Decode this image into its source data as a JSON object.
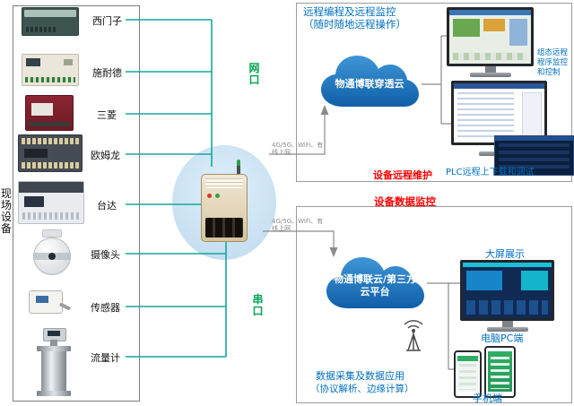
{
  "colors": {
    "teal_line": "#15a79e",
    "green_port_label": "#00a651",
    "blue_text": "#0070c0",
    "red_text": "#fe0000",
    "cloud_blue_top": "#3f96d6",
    "cloud_blue_bottom": "#0f5fa8",
    "hub_circle_bg": "#cfe6f6"
  },
  "left_panel": {
    "side_label": "现场设备",
    "devices": [
      {
        "label": "西门子",
        "type": "siemens-plc"
      },
      {
        "label": "施耐德",
        "type": "schneider-plc"
      },
      {
        "label": "三菱",
        "type": "mitsubishi-plc"
      },
      {
        "label": "欧姆龙",
        "type": "omron-plc"
      },
      {
        "label": "台达",
        "type": "delta-plc"
      },
      {
        "label": "摄像头",
        "type": "ptz-camera"
      },
      {
        "label": "传感器",
        "type": "sensor"
      },
      {
        "label": "流量计",
        "type": "flow-meter"
      }
    ]
  },
  "gateway": {
    "lan_port_label": "网口",
    "serial_port_label": "串口"
  },
  "remote_section": {
    "title": "远程编程及远程监控",
    "subtitle": "（随时随地远程操作）",
    "cloud_label": "物通博联穿透云",
    "uplink_label": "4G/5G、WiFi、有线上网",
    "scada_label": "组态远程程序监控和控制",
    "plc_label": "PLC远程上下载和调试",
    "maintenance_label": "设备远程维护"
  },
  "data_section": {
    "monitor_label": "设备数据监控",
    "cloud_label": "物通博联云/第三方云平台",
    "uplink_label": "4G/5G、WiFi、有线上网",
    "big_screen_label": "大屏展示",
    "pc_label": "电脑PC端",
    "phone_label": "手机端",
    "app_title": "数据采集及数据应用",
    "app_subtitle": "（协议解析、边缘计算）"
  }
}
